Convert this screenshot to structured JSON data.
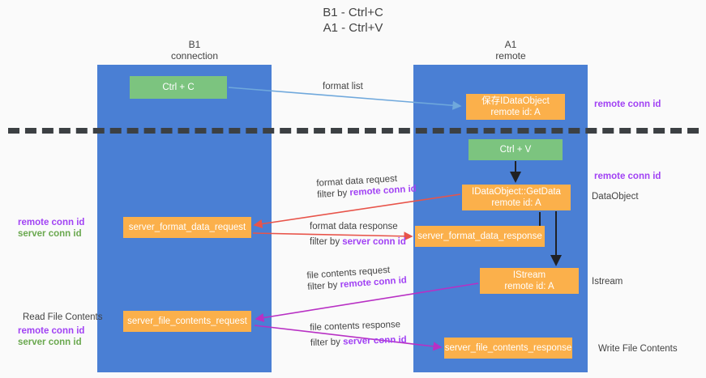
{
  "title": {
    "line1": "B1 - Ctrl+C",
    "line2": "A1 - Ctrl+V"
  },
  "lanes": [
    {
      "id": "b1",
      "name": "B1",
      "role": "connection"
    },
    {
      "id": "a1",
      "name": "A1",
      "role": "remote"
    }
  ],
  "nodes": {
    "ctrl_c": {
      "label": "Ctrl + C",
      "color": "#7cc47f"
    },
    "idataobject": {
      "line1": "保存IDataObject",
      "line2": "remote id: A",
      "color": "#fbb04b"
    },
    "ctrl_v": {
      "label": "Ctrl + V",
      "color": "#7cc47f"
    },
    "getdata": {
      "line1": "IDataObject::GetData",
      "line2": "remote id: A",
      "color": "#fbb04b"
    },
    "server_format_data_request": {
      "label": "server_format_data_request",
      "color": "#fbb04b"
    },
    "server_format_data_response": {
      "label": "server_format_data_response",
      "color": "#fbb04b"
    },
    "istream": {
      "line1": "IStream",
      "line2": "remote id: A",
      "color": "#fbb04b"
    },
    "server_file_contents_request": {
      "label": "server_file_contents_request",
      "color": "#fbb04b"
    },
    "server_file_contents_response": {
      "label": "server_file_contents_response",
      "color": "#fbb04b"
    }
  },
  "edge_labels": {
    "format_list": "format list",
    "format_data_request": "format data request",
    "format_data_request_filter_prefix": "filter by ",
    "format_data_request_filter_key": "remote conn id",
    "format_data_response": "format data response",
    "format_data_response_filter_prefix": "filter by ",
    "format_data_response_filter_key": "server conn id",
    "file_contents_request": "file contents request",
    "file_contents_request_filter_prefix": "filter by ",
    "file_contents_request_filter_key": "remote conn id",
    "file_contents_response": "file contents response",
    "file_contents_response_filter_prefix": "filter by ",
    "file_contents_response_filter_key": "server conn id"
  },
  "annotations": {
    "remote_conn_id_top": "remote conn id",
    "remote_conn_id_mid": "remote conn id",
    "dataobject": "DataObject",
    "istream": "Istream",
    "left_remote_conn_id": "remote conn id",
    "left_server_conn_id": "server conn id",
    "read_file_contents": "Read File Contents",
    "left_remote_conn_id_2": "remote conn id",
    "left_server_conn_id_2": "server conn id",
    "write_file_contents": "Write File Contents"
  },
  "colors": {
    "lane": "#4a7fd4",
    "green_node": "#7cc47f",
    "orange_node": "#fbb04b",
    "purple_key": "#a142f4",
    "green_key": "#6aa84f",
    "divider": "#3c4043",
    "arrow_blue": "#6fa8dc",
    "arrow_red": "#e8544a",
    "arrow_magenta": "#b830c4",
    "arrow_black": "#202124",
    "background": "#fafafa",
    "text": "#434343"
  }
}
